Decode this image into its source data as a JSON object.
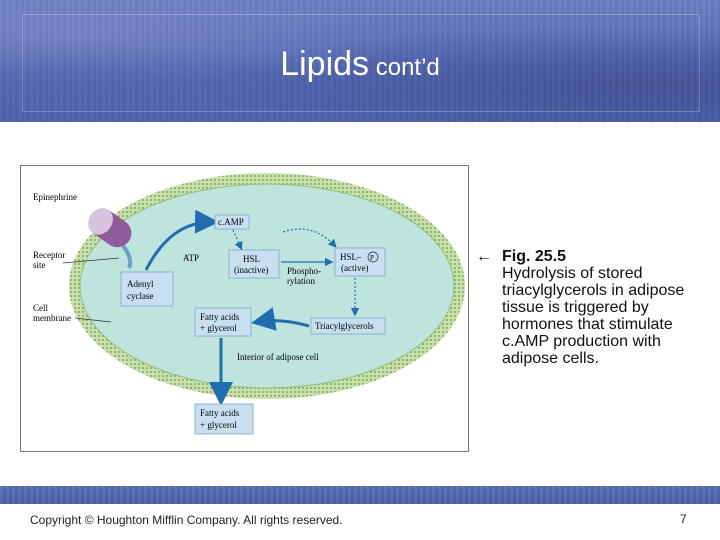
{
  "slide": {
    "title_main": "Lipids",
    "title_sub": " cont’d",
    "caption_arrow": "←",
    "caption_fig": "Fig. 25.5",
    "caption_text": "Hydrolysis of stored triacylglycerols in adipose tissue is triggered by hormones that stimulate c.AMP production with adipose cells.",
    "copyright": "Copyright © Houghton Mifflin Company. All rights reserved.",
    "page_number": "7"
  },
  "figure": {
    "epinephrine": "Epinephrine",
    "receptor_1": "Receptor",
    "receptor_2": "site",
    "membrane_1": "Cell",
    "membrane_2": "membrane",
    "camp": "c.AMP",
    "atp": "ATP",
    "adenyl_1": "Adenyl",
    "adenyl_2": "cyclase",
    "hsl_inactive_1": "HSL",
    "hsl_inactive_2": "(inactive)",
    "phospho_1": "Phospho-",
    "phospho_2": "rylation",
    "hsl_active_1": "HSL–",
    "hsl_active_p": "P",
    "hsl_active_2": "(active)",
    "fatty_in_1": "Fatty acids",
    "fatty_in_2": "+ glycerol",
    "triacyl": "Triacylglycerols",
    "interior": "Interior of adipose cell",
    "fatty_out_1": "Fatty acids",
    "fatty_out_2": "+ glycerol"
  },
  "colors": {
    "title_bar": "#5468b4",
    "cell_interior": "#bfe3dd",
    "membrane": "#a9cc86",
    "label_box": "#c7dff0",
    "arrow_blue": "#1f6fb0",
    "epinephrine_purple": "#8e5c9c"
  }
}
